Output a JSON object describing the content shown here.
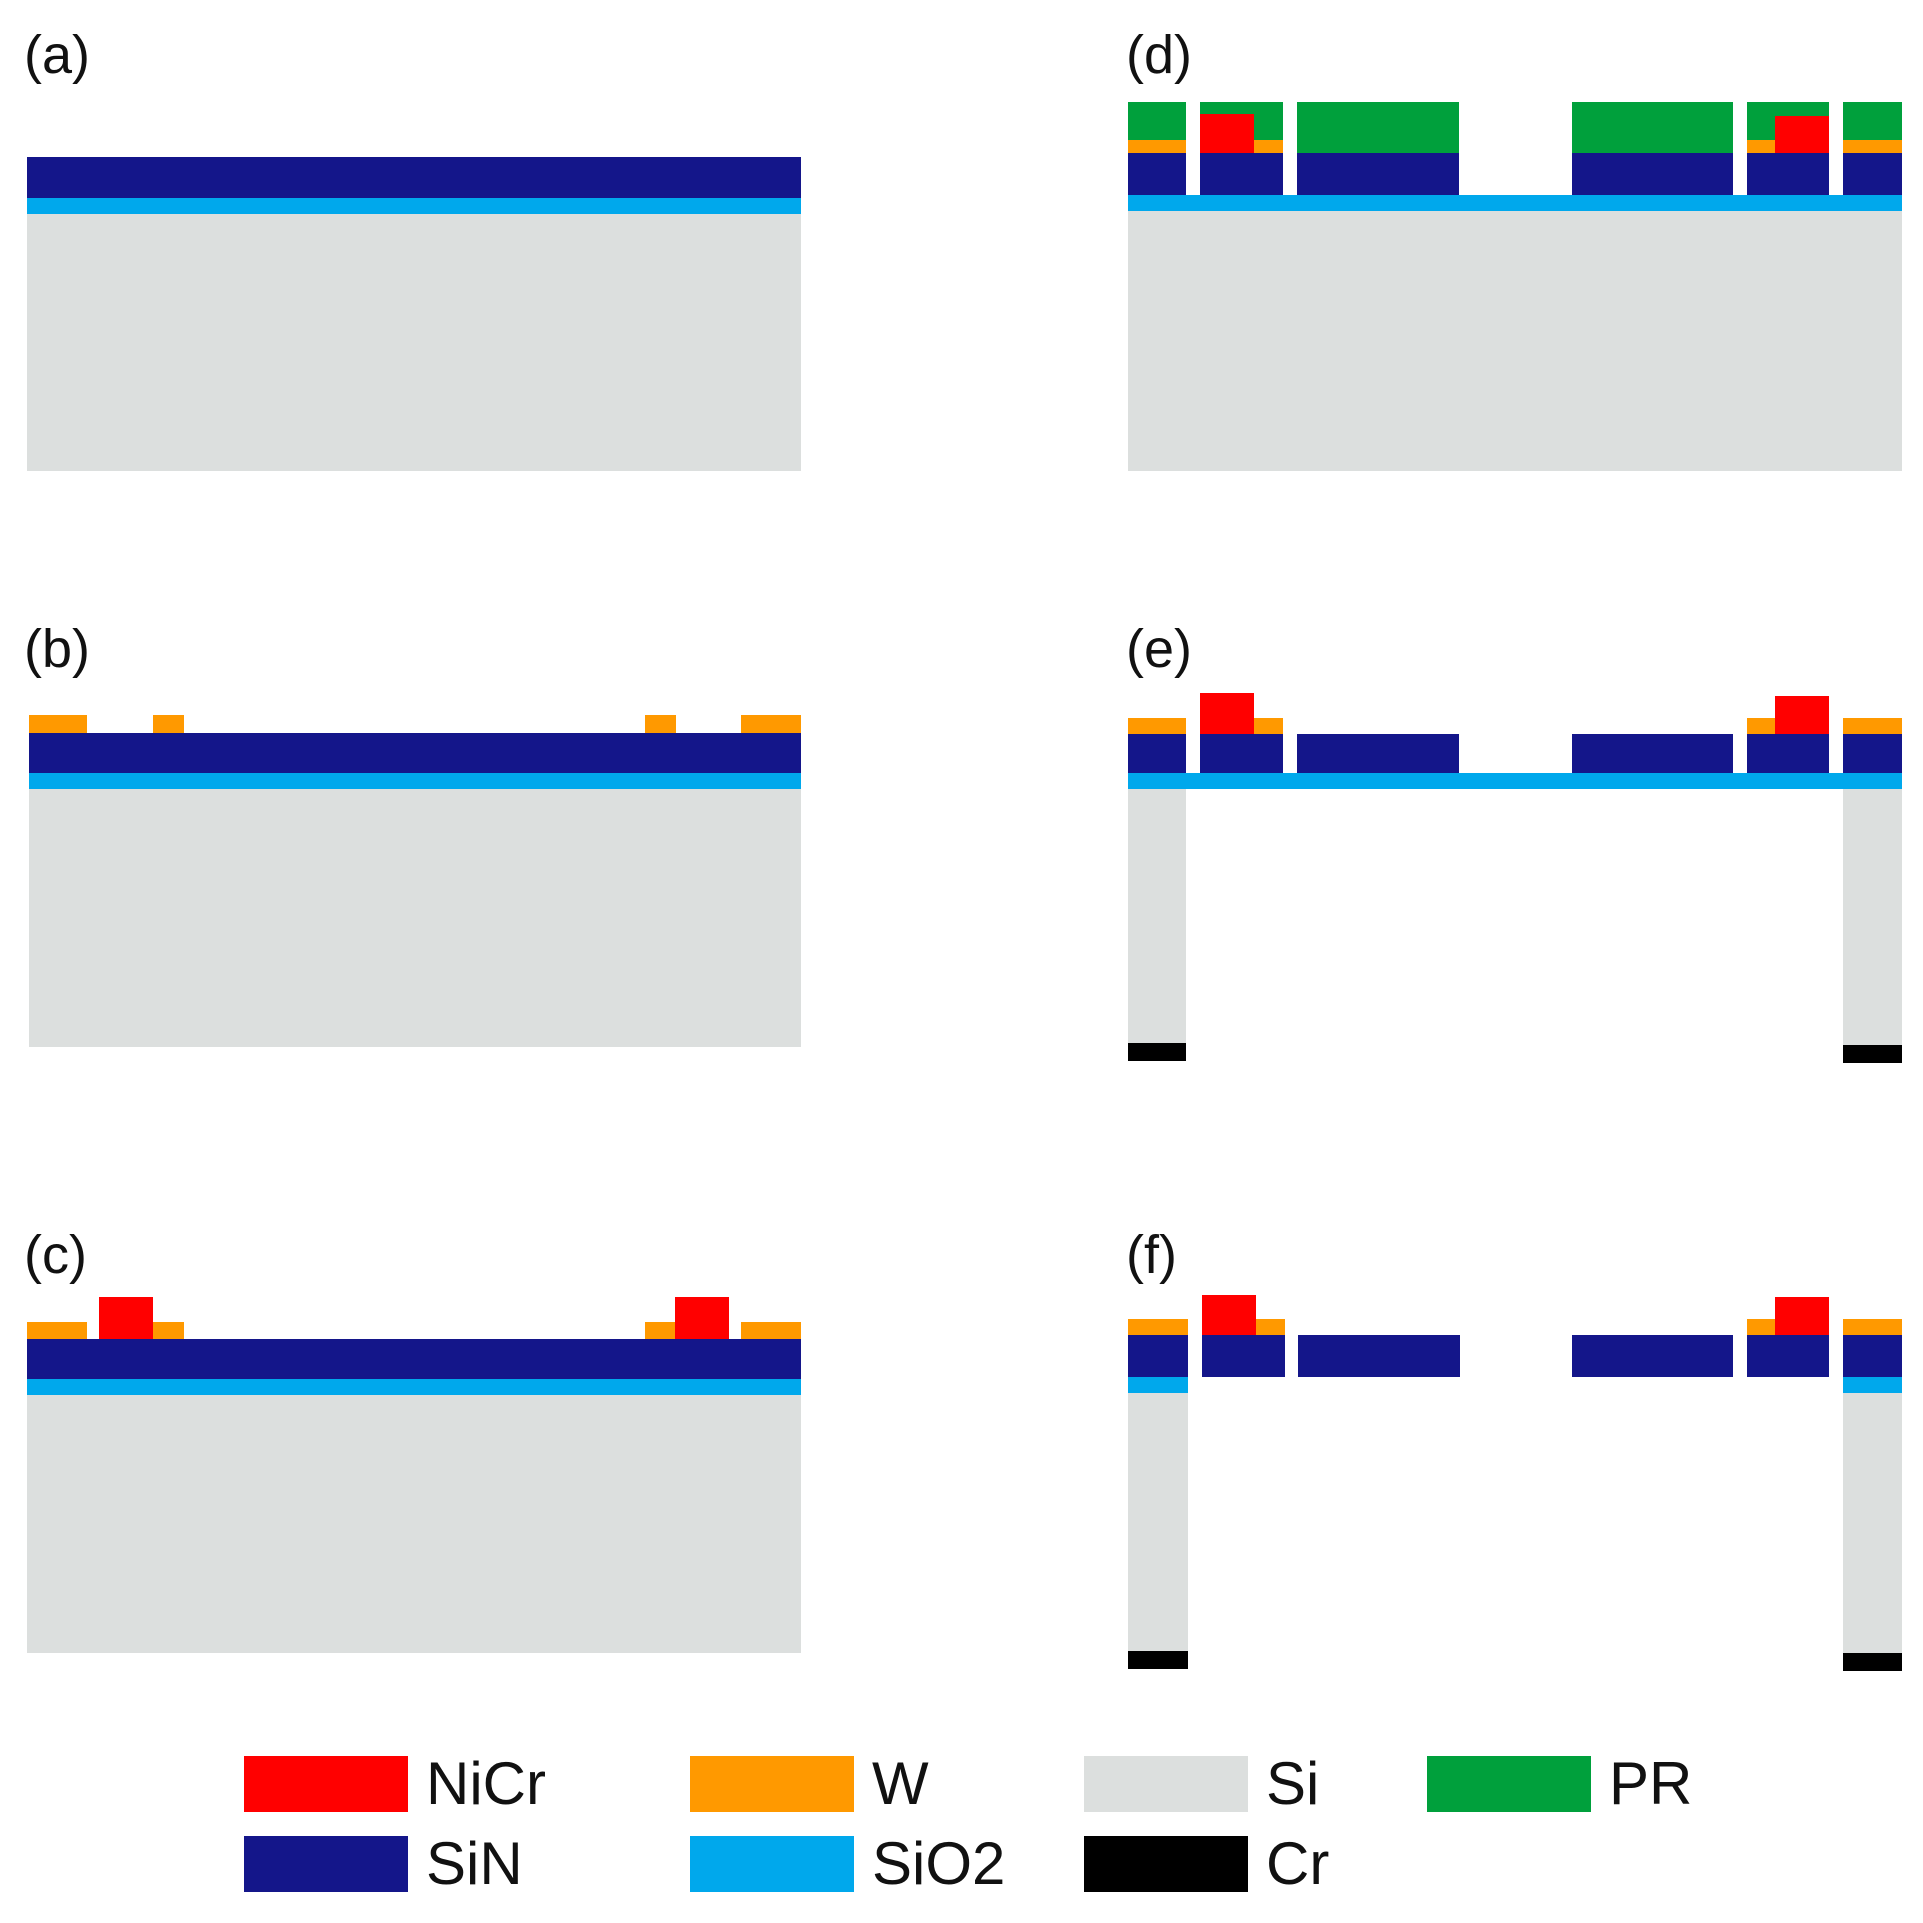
{
  "panels": [
    {
      "id": "a",
      "label": "(a)"
    },
    {
      "id": "b",
      "label": "(b)"
    },
    {
      "id": "c",
      "label": "(c)"
    },
    {
      "id": "d",
      "label": "(d)"
    },
    {
      "id": "e",
      "label": "(e)"
    },
    {
      "id": "f",
      "label": "(f)"
    }
  ],
  "materials": {
    "NiCr": {
      "label": "NiCr",
      "color": "#ff0000"
    },
    "W": {
      "label": "W",
      "color": "#ff9900"
    },
    "Si": {
      "label": "Si",
      "color": "#dcdfde"
    },
    "PR": {
      "label": "PR",
      "color": "#00a03c"
    },
    "SiN": {
      "label": "SiN",
      "color": "#14168a"
    },
    "SiO2": {
      "label": "SiO2",
      "color": "#00a8ec"
    },
    "Cr": {
      "label": "Cr",
      "color": "#000000"
    }
  },
  "legend": [
    "NiCr",
    "W",
    "Si",
    "PR",
    "SiN",
    "SiO2",
    "Cr"
  ]
}
